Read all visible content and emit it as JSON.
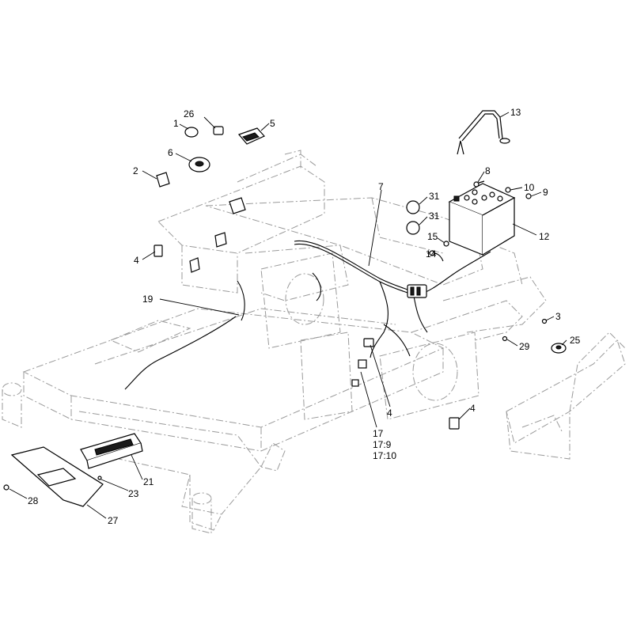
{
  "callouts": [
    {
      "id": "c1",
      "text": "1"
    },
    {
      "id": "c26",
      "text": "26"
    },
    {
      "id": "c5",
      "text": "5"
    },
    {
      "id": "c6",
      "text": "6"
    },
    {
      "id": "c2",
      "text": "2"
    },
    {
      "id": "c4a",
      "text": "4"
    },
    {
      "id": "c19",
      "text": "19"
    },
    {
      "id": "c7",
      "text": "7"
    },
    {
      "id": "c31a",
      "text": "31"
    },
    {
      "id": "c31b",
      "text": "31"
    },
    {
      "id": "c15",
      "text": "15"
    },
    {
      "id": "c14",
      "text": "14"
    },
    {
      "id": "c13",
      "text": "13"
    },
    {
      "id": "c8",
      "text": "8"
    },
    {
      "id": "c10",
      "text": "10"
    },
    {
      "id": "c9",
      "text": "9"
    },
    {
      "id": "c12",
      "text": "12"
    },
    {
      "id": "c3",
      "text": "3"
    },
    {
      "id": "c29",
      "text": "29"
    },
    {
      "id": "c25",
      "text": "25"
    },
    {
      "id": "c4b",
      "text": "4"
    },
    {
      "id": "c4c",
      "text": "4"
    },
    {
      "id": "c17",
      "text": "17"
    },
    {
      "id": "c17_9",
      "text": "17:9"
    },
    {
      "id": "c17_10",
      "text": "17:10"
    },
    {
      "id": "c21",
      "text": "21"
    },
    {
      "id": "c23",
      "text": "23"
    },
    {
      "id": "c28",
      "text": "28"
    },
    {
      "id": "c27",
      "text": "27"
    }
  ]
}
